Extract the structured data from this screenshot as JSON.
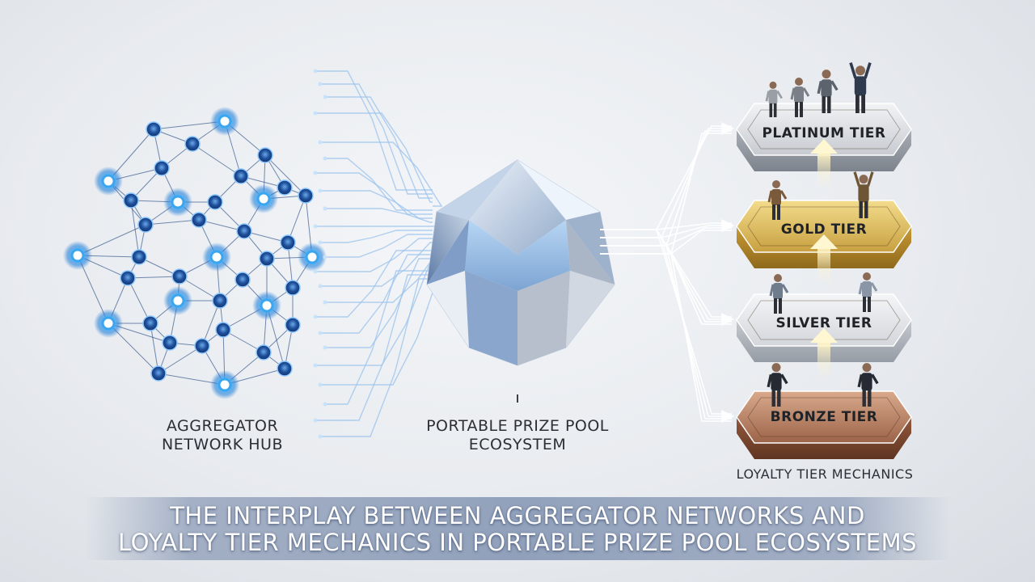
{
  "labels": {
    "hub": [
      "AGGREGATOR",
      "NETWORK HUB"
    ],
    "pool": [
      "PORTABLE PRIZE POOL",
      "ECOSYSTEM"
    ],
    "loyalty": "LOYALTY TIER MECHANICS"
  },
  "tiers": [
    {
      "name": "PLATINUM TIER",
      "color": "#bfc3c9"
    },
    {
      "name": "GOLD TIER",
      "color": "#d9b85a"
    },
    {
      "name": "SILVER TIER",
      "color": "#d4d7dc"
    },
    {
      "name": "BRONZE TIER",
      "color": "#a8735a"
    }
  ],
  "title": {
    "line1": "THE INTERPLAY BETWEEN AGGREGATOR NETWORKS AND",
    "line2": "LOYALTY TIER MECHANICS IN PORTABLE PRIZE POOL ECOSYSTEMS"
  },
  "colors": {
    "node": "#3aa6f0",
    "node_dark": "#1c4f9c",
    "edge": "#2d4f86",
    "circuit": "#9fc4ec"
  }
}
